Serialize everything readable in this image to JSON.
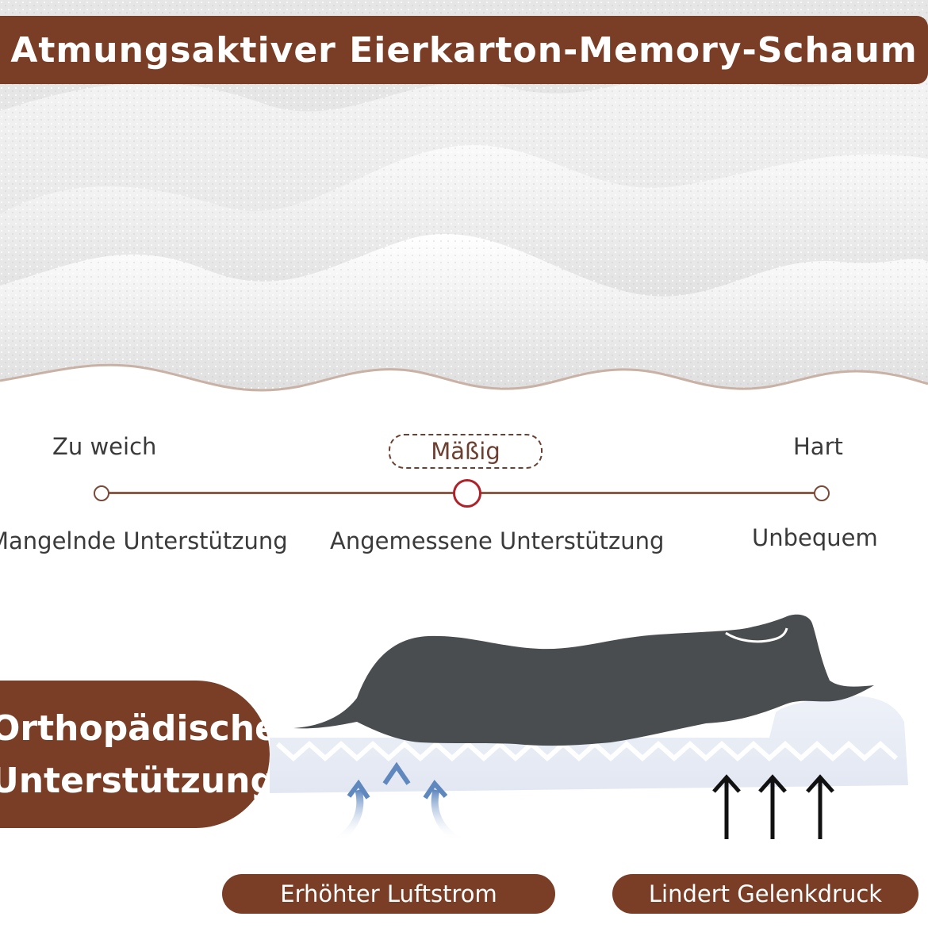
{
  "title": "Atmungsaktiver Eierkarton-Memory-Schaum",
  "scale": {
    "left_label": "Zu weich",
    "middle_label": "Mäßig",
    "right_label": "Hart",
    "left_desc": "Mangelnde Unterstützung",
    "middle_desc": "Angemessene Unterstützung",
    "right_desc": "Unbequem",
    "selected": "Mäßig"
  },
  "ortho": {
    "line1": "Orthopädische",
    "line2": "Unterstützung"
  },
  "badges": {
    "airflow": "Erhöhter Luftstrom",
    "joint": "Lindert Gelenkdruck"
  },
  "colors": {
    "brand_brown": "#7a3e27",
    "selected_ring": "#b0222a",
    "dog": "#4a4d50"
  }
}
